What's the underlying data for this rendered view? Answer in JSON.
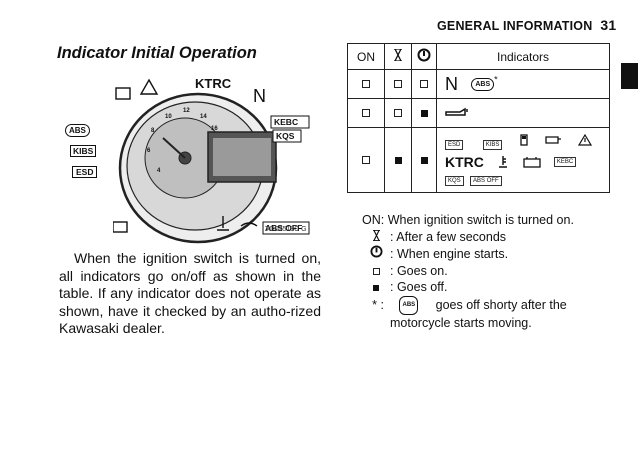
{
  "header": {
    "title": "GENERAL INFORMATION",
    "page_number": "31"
  },
  "section": {
    "title": "Indicator Initial Operation"
  },
  "body": {
    "paragraph": "When the ignition switch is turned on, all indicators go on/off as shown in the table.  If any indicator does not operate as shown, have it checked by an autho-rized Kawasaki dealer."
  },
  "figure": {
    "caption": "TG02513C  G",
    "labels": {
      "ktrc": "KTRC",
      "neutral": "N",
      "kebc": "KEBC",
      "kqs": "KQS",
      "abs_off": "ABS OFF",
      "abs": "ABS",
      "kibs": "KIBS",
      "esd": "ESD"
    },
    "tach_numbers": [
      "4",
      "6",
      "8",
      "10",
      "12",
      "14",
      "16"
    ]
  },
  "table": {
    "headers": {
      "on": "ON",
      "indicators": "Indicators"
    },
    "row1_labels": {
      "n": "N",
      "abs": "ABS"
    },
    "row3_labels": {
      "esd": "ESD",
      "kibs": "KIBS",
      "ktrc": "KTRC",
      "kebc": "KEBC",
      "kqs": "KQS",
      "abs_off": "ABS OFF"
    }
  },
  "legend": {
    "on_label": "ON:",
    "on_text": "When ignition switch is turned on.",
    "timer_text": ": After a few seconds",
    "engine_text": ": When engine starts.",
    "goes_on": ": Goes on.",
    "goes_off": ": Goes off.",
    "asterisk": "*",
    "note_colon": ":",
    "note_line1": "goes off shorty after the",
    "note_line2": "motorcycle starts moving."
  },
  "colors": {
    "text": "#111111",
    "background": "#ffffff"
  }
}
